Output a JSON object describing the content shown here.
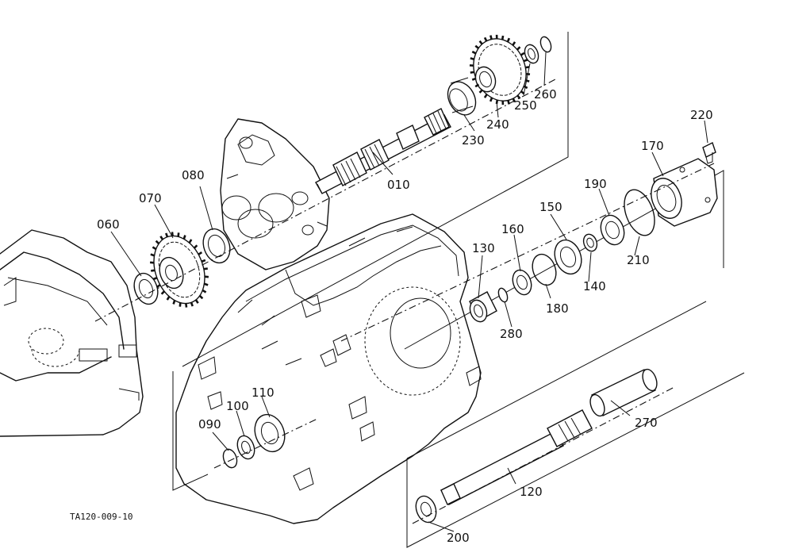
{
  "diagram_code": "TA120-009-10",
  "parts": {
    "p010": "010",
    "p060": "060",
    "p070": "070",
    "p080": "080",
    "p090": "090",
    "p100": "100",
    "p110": "110",
    "p120": "120",
    "p130": "130",
    "p140": "140",
    "p150": "150",
    "p160": "160",
    "p170": "170",
    "p180": "180",
    "p190": "190",
    "p200": "200",
    "p210": "210",
    "p220": "220",
    "p230": "230",
    "p240": "240",
    "p250": "250",
    "p260": "260",
    "p270": "270",
    "p280": "280"
  }
}
